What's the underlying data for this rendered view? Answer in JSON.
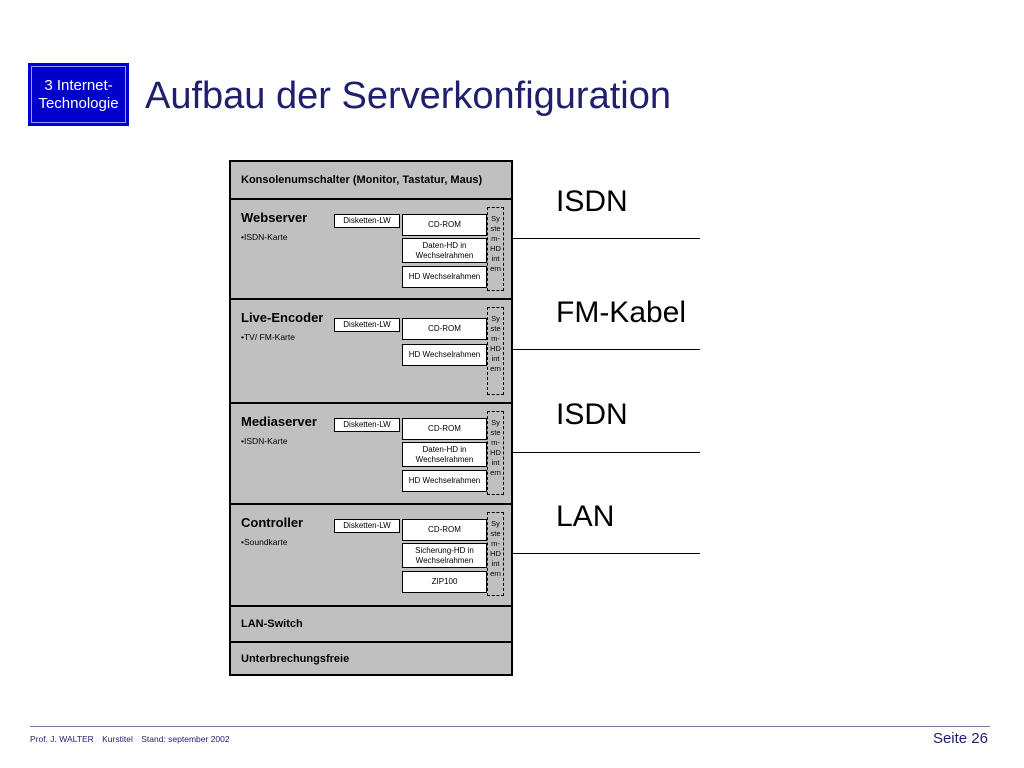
{
  "header": {
    "badge_line1": "3 Internet-",
    "badge_line2": "Technologie",
    "title": "Aufbau der Serverkonfiguration"
  },
  "rack": {
    "console": "Konsolenumschalter (Monitor, Tastatur, Maus)",
    "servers": [
      {
        "name": "Webserver",
        "card": "•ISDN-Karte",
        "drive": "Disketten-LW",
        "cdrom": "CD-ROM",
        "disk2": "Daten-HD in Wechselrahmen",
        "disk3": "HD Wechselrahmen",
        "intern": "Sy ste m-HD int ern"
      },
      {
        "name": "Live-Encoder",
        "card": "•TV/ FM-Karte",
        "drive": "Disketten-LW",
        "cdrom": "CD-ROM",
        "disk2": "HD Wechselrahmen",
        "intern": "Sy ste m-HD int ern"
      },
      {
        "name": "Mediaserver",
        "card": "•ISDN-Karte",
        "drive": "Disketten-LW",
        "cdrom": "CD-ROM",
        "disk2": "Daten-HD in Wechselrahmen",
        "disk3": "HD Wechselrahmen",
        "intern": "Sy ste m-HD int ern"
      },
      {
        "name": "Controller",
        "card": "•Soundkarte",
        "drive": "Disketten-LW",
        "cdrom": "CD-ROM",
        "disk2": "Sicherung-HD in Wechselrahmen",
        "disk3": "ZIP100",
        "intern": "Sy ste m-HD int ern"
      }
    ],
    "lan_switch": "LAN-Switch",
    "ups": "Unterbrechungsfreie"
  },
  "connections": [
    "ISDN",
    "FM-Kabel",
    "ISDN",
    "LAN"
  ],
  "footer": {
    "author": "Prof. J. WALTER",
    "course": "Kurstitel",
    "date": "Stand: september 2002",
    "page": "Seite 26"
  }
}
